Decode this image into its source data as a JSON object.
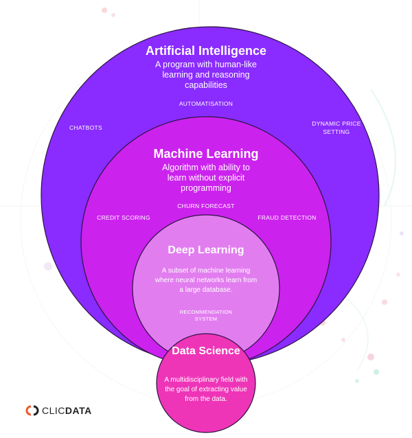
{
  "diagram": {
    "ai": {
      "title": "Artificial Intelligence",
      "desc_lines": [
        "A program with human-like",
        "learning and reasoning",
        "capabilities"
      ],
      "tags": [
        "AUTOMATISATION",
        "CHATBOTS"
      ],
      "tag_dynamic": [
        "DYNAMIC PRICE",
        "SETTING"
      ]
    },
    "ml": {
      "title": "Machine Learning",
      "desc_lines": [
        "Algorithm with ability to",
        "learn without explicit",
        "programming"
      ],
      "tags": [
        "CHURN FORECAST",
        "CREDIT SCORING",
        "FRAUD DETECTION"
      ]
    },
    "dl": {
      "title": "Deep Learning",
      "desc_lines": [
        "A subset of machine learning",
        "where neural networks learn from",
        "a large database."
      ],
      "tag_lines": [
        "RECOMMENDATION",
        "SYSTEM"
      ]
    },
    "ds": {
      "title": "Data Science",
      "desc_lines": [
        "A multidisciplinary field with",
        "the goal of extracting value",
        "from the data."
      ]
    }
  },
  "colors": {
    "ai_fill": "#8a2bff",
    "ml_fill": "#cc22ee",
    "dl_fill": "#e27df0",
    "ds_fill": "#ee35b8",
    "stroke": "#2a1540"
  },
  "brand": {
    "logo_left": "CLIC",
    "logo_right": "DATA"
  }
}
